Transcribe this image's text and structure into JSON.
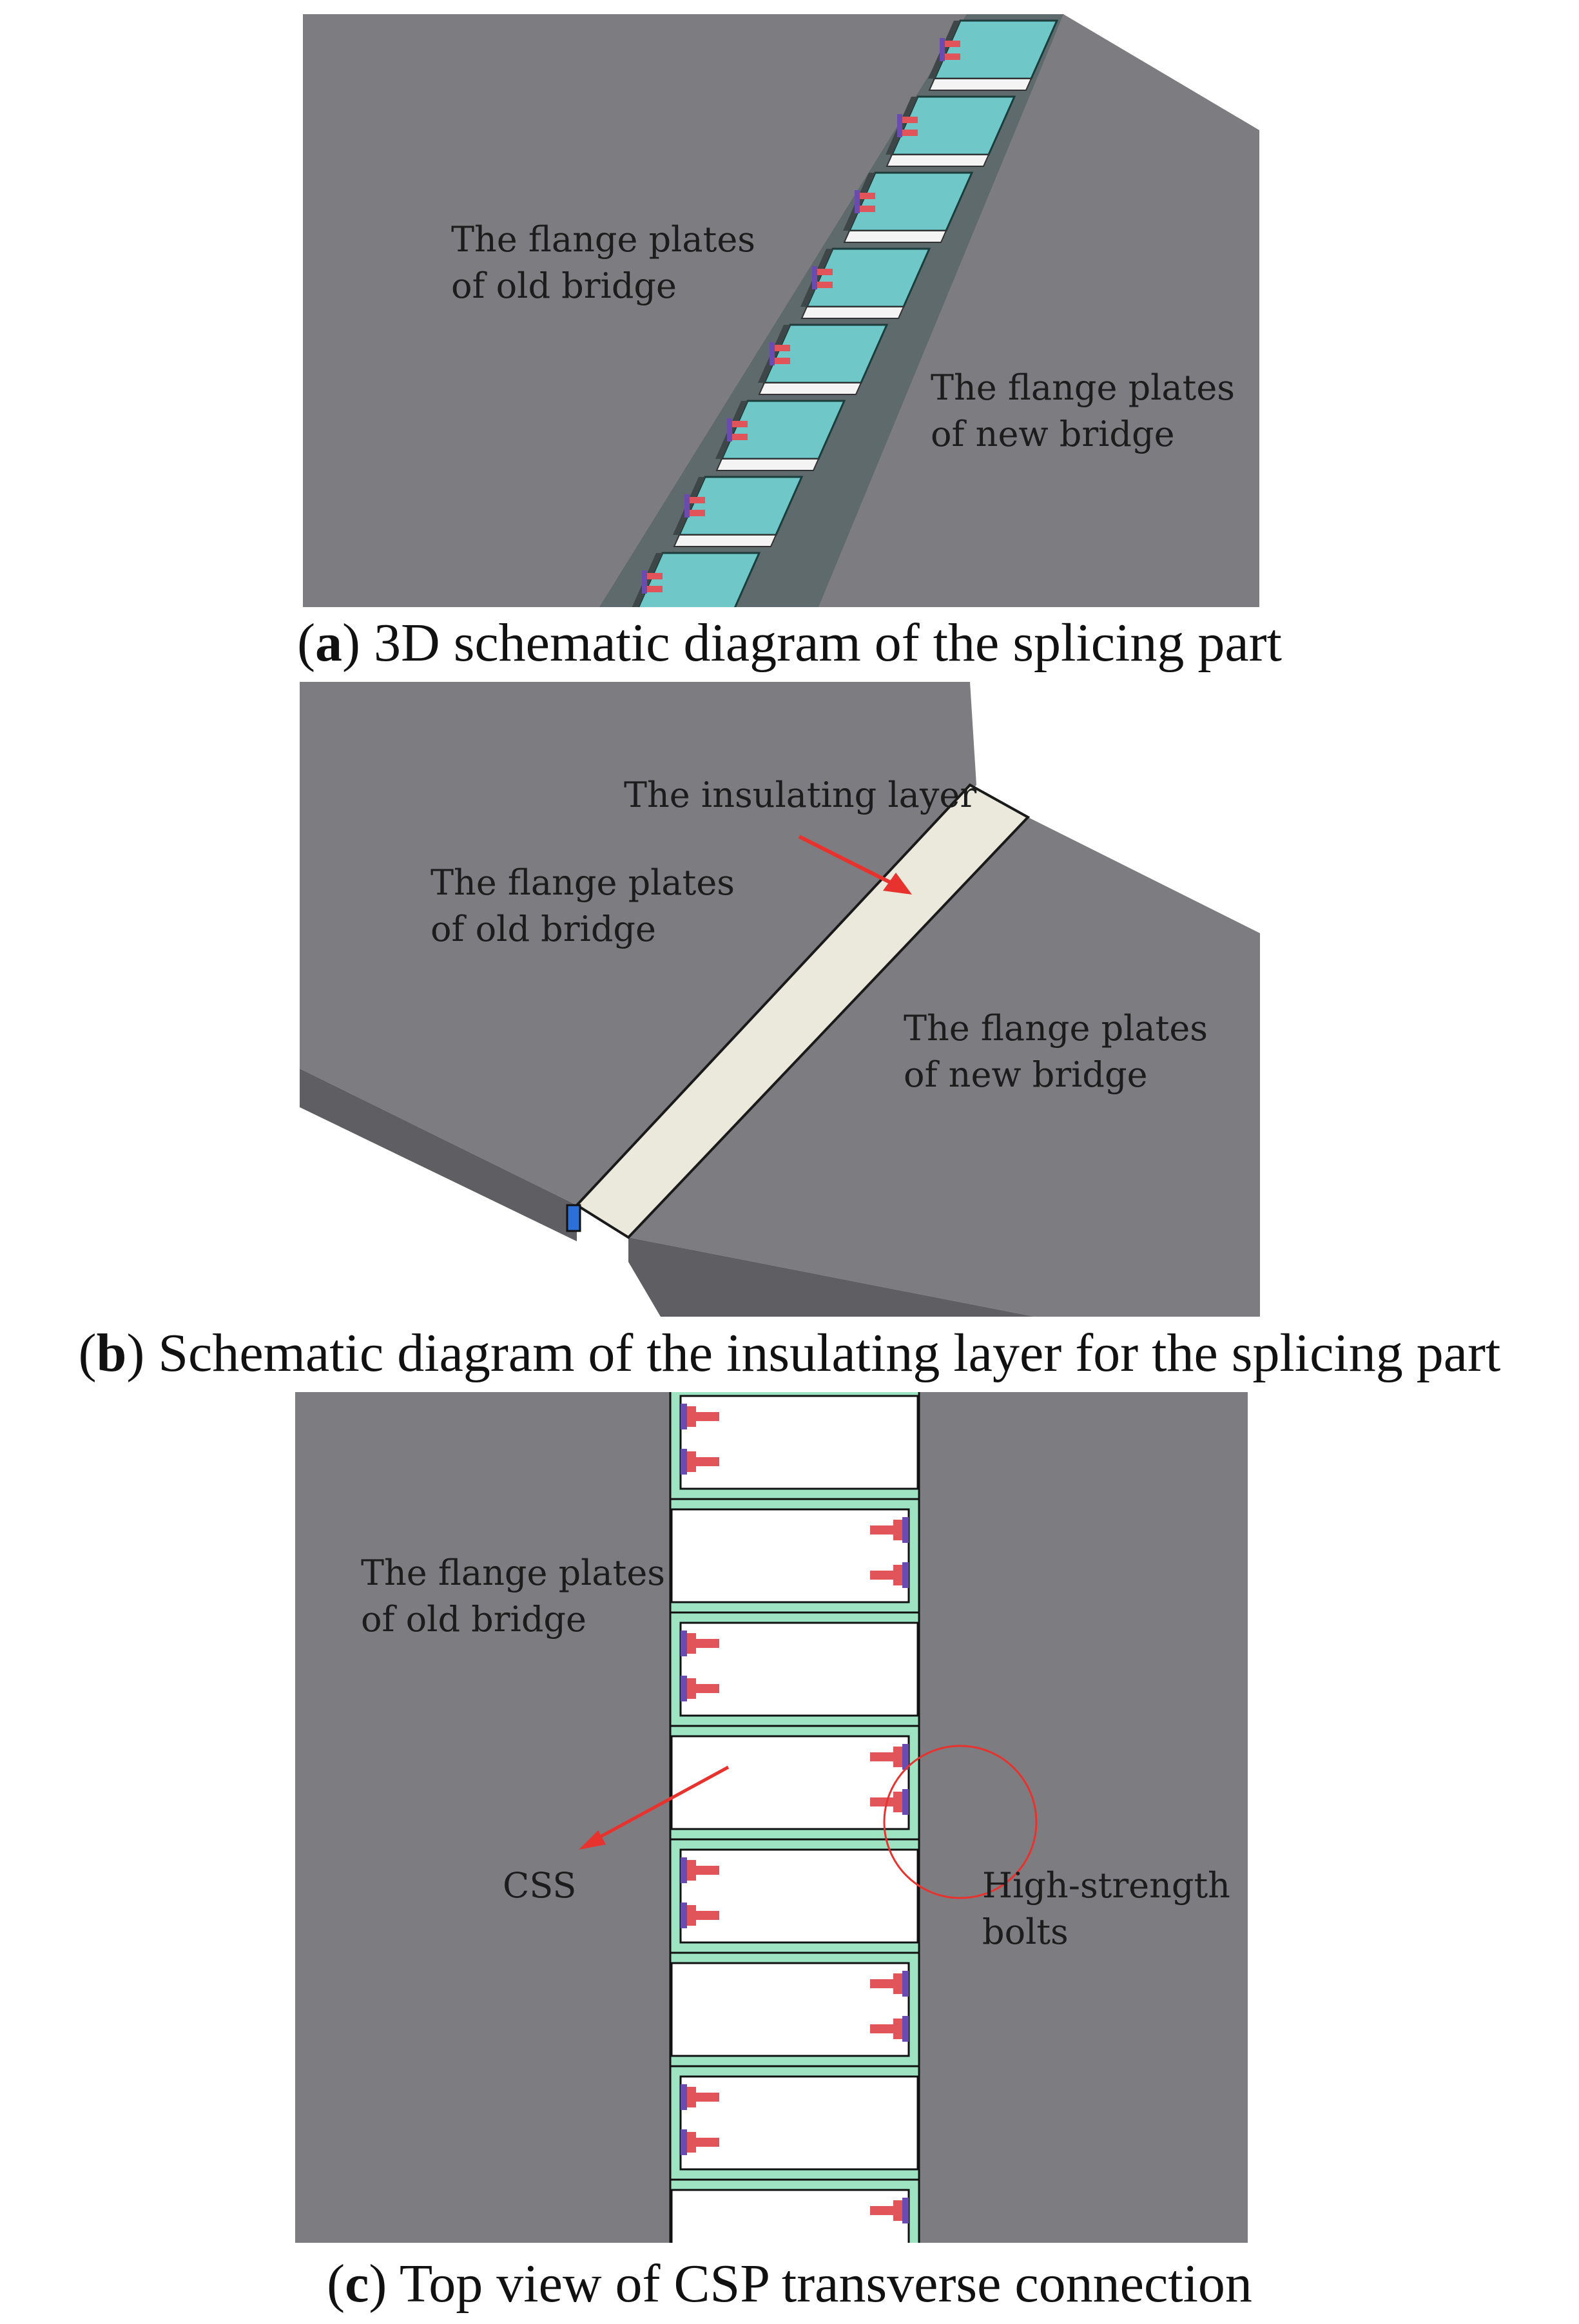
{
  "colors": {
    "deck": "#7d7c80",
    "deck_dark": "#5f5e62",
    "csp_plate": "#6fc7c7",
    "csp_green": "#9ee3c2",
    "insulating_layer": "#ebe9dc",
    "bolt": "#e0545a",
    "bolt_back": "#6a4bb0",
    "arrow": "#e8322e"
  },
  "panel_a": {
    "label_old": [
      "The flange plates",
      "of  old bridge"
    ],
    "label_new": [
      "The flange plates",
      "of  new bridge"
    ],
    "caption_letter": "a",
    "caption_text": " 3D schematic diagram of the splicing part"
  },
  "panel_b": {
    "label_layer": "The insulating  layer",
    "label_old": [
      "The flange plates",
      "of  old bridge"
    ],
    "label_new": [
      "The flange plates",
      "of  new bridge"
    ],
    "caption_letter": "b",
    "caption_text": " Schematic diagram of the insulating layer for the splicing part"
  },
  "panel_c": {
    "label_old": [
      "The flange plates",
      "of  old bridge"
    ],
    "label_css": "CSS",
    "label_bolts": [
      "High-strength",
      "bolts"
    ],
    "caption_letter": "c",
    "caption_text": " Top view of CSP transverse connection"
  }
}
